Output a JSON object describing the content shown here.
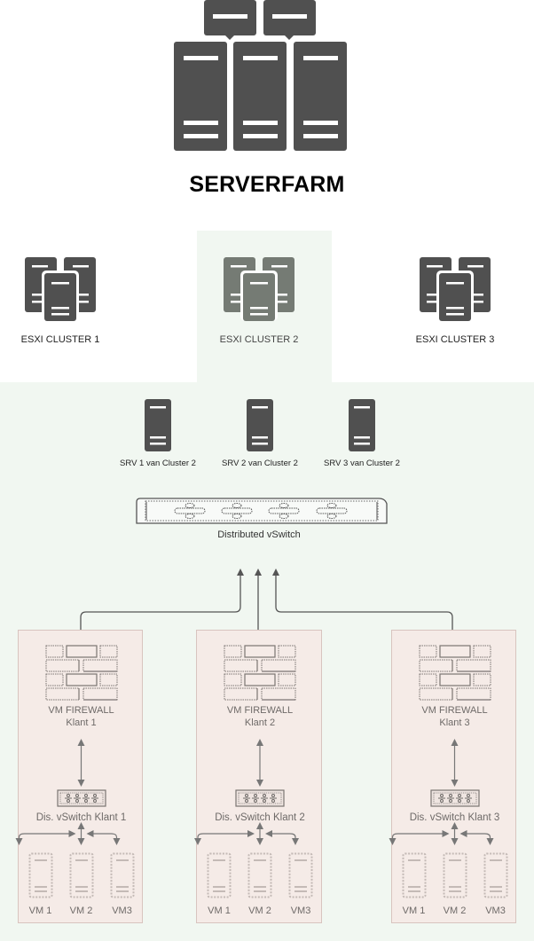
{
  "title": "SERVERFARM",
  "colors": {
    "server_dark": "#505050",
    "server_highlight": "#757b74",
    "green_area": "#f1f7f1",
    "tenant_bg": "#f5ebe7",
    "tenant_border": "#d8c4bf",
    "connector": "#555555",
    "tenant_icon": "#7a7472",
    "vm_dotted": "#c4bab6"
  },
  "clusters": [
    {
      "label": "ESXI CLUSTER 1",
      "highlighted": false
    },
    {
      "label": "ESXI CLUSTER 2",
      "highlighted": true
    },
    {
      "label": "ESXI CLUSTER 3",
      "highlighted": false
    }
  ],
  "servers": [
    {
      "label": "SRV 1 van Cluster 2"
    },
    {
      "label": "SRV 2 van Cluster 2"
    },
    {
      "label": "SRV 3 van Cluster 2"
    }
  ],
  "distributed_switch": {
    "label": "Distributed vSwitch"
  },
  "tenants": [
    {
      "firewall_line1": "VM FIREWALL",
      "firewall_line2": "Klant 1",
      "switch_label": "Dis. vSwitch Klant 1",
      "vms": [
        "VM 1",
        "VM 2",
        "VM3"
      ]
    },
    {
      "firewall_line1": "VM FIREWALL",
      "firewall_line2": "Klant 2",
      "switch_label": "Dis. vSwitch Klant 2",
      "vms": [
        "VM 1",
        "VM 2",
        "VM3"
      ]
    },
    {
      "firewall_line1": "VM FIREWALL",
      "firewall_line2": "Klant 3",
      "switch_label": "Dis. vSwitch Klant 3",
      "vms": [
        "VM 1",
        "VM 2",
        "VM3"
      ]
    }
  ]
}
